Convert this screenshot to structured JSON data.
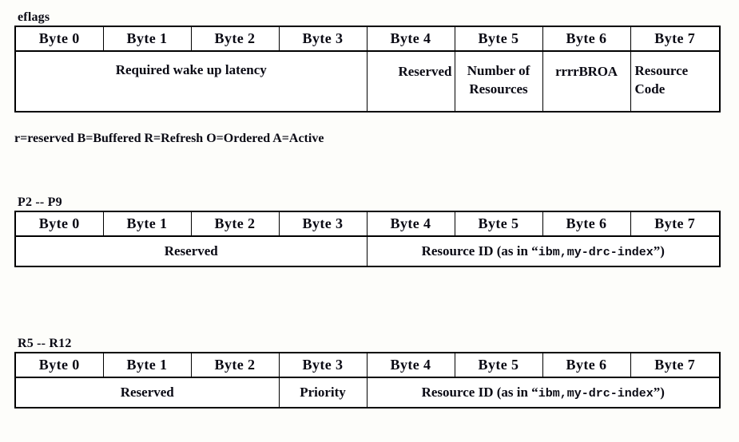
{
  "document": {
    "background_color": "#fdfdfa",
    "text_color": "#0a0a14",
    "border_color": "#000000"
  },
  "byte_headers": [
    "Byte 0",
    "Byte 1",
    "Byte 2",
    "Byte 3",
    "Byte 4",
    "Byte 5",
    "Byte 6",
    "Byte 7"
  ],
  "sections": [
    {
      "id": "eflags",
      "title": "eflags",
      "legend": "r=reserved B=Buffered R=Refresh O=Ordered A=Active",
      "fields": [
        {
          "label": "Required wake up latency",
          "bytes": "0-3",
          "span": 4
        },
        {
          "label": "Reserved",
          "bytes": "4",
          "span": 1
        },
        {
          "label": "Number of Resources",
          "bytes": "5",
          "span": 1
        },
        {
          "label": "rrrrBROA",
          "bytes": "6",
          "span": 1
        },
        {
          "label": "Resource Code",
          "bytes": "7",
          "span": 1
        }
      ]
    },
    {
      "id": "p2p9",
      "title": "P2 -- P9",
      "legend": "",
      "fields": [
        {
          "label": "Reserved",
          "bytes": "0-3",
          "span": 4
        },
        {
          "label": "Resource ID (as in “ibm,my-drc-index”)",
          "label_prefix": "Resource ID (as in “",
          "label_mono": "ibm,my-drc-index",
          "label_suffix": "”)",
          "bytes": "4-7",
          "span": 4
        }
      ]
    },
    {
      "id": "r5r12",
      "title": "R5 -- R12",
      "legend": "",
      "fields": [
        {
          "label": "Reserved",
          "bytes": "0-2",
          "span": 3
        },
        {
          "label": "Priority",
          "bytes": "3",
          "span": 1
        },
        {
          "label": "Resource ID (as in “ibm,my-drc-index”)",
          "label_prefix": "Resource ID (as in “",
          "label_mono": "ibm,my-drc-index",
          "label_suffix": "”)",
          "bytes": "4-7",
          "span": 4
        }
      ]
    }
  ]
}
